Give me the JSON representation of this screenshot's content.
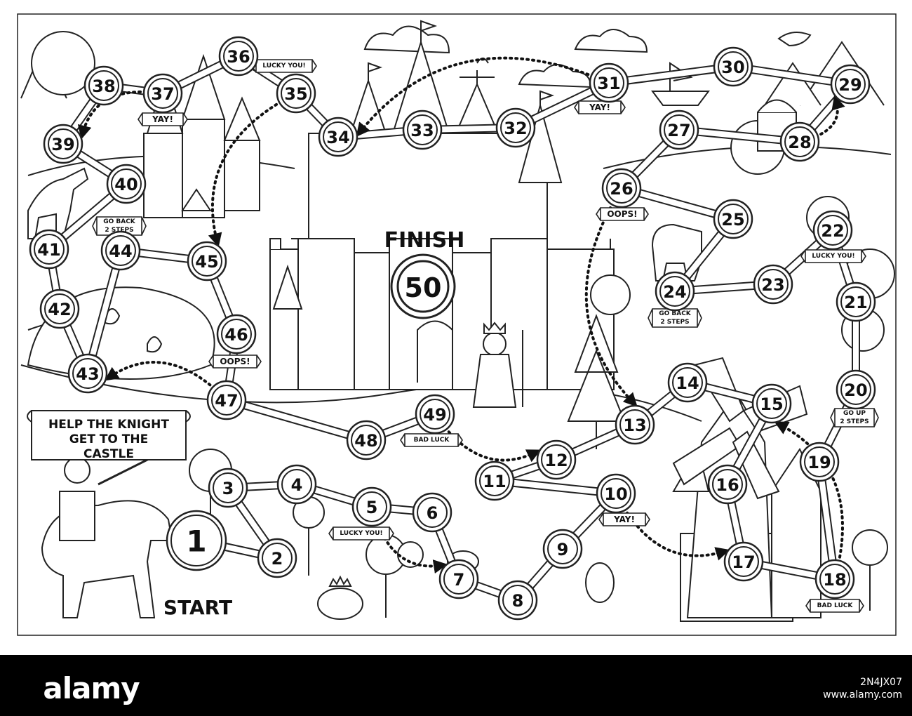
{
  "game": {
    "title_lines": [
      "HELP THE KNIGHT",
      "GET TO THE",
      "CASTLE"
    ],
    "start_label": "START",
    "finish_label": "FINISH",
    "finish_number": "50",
    "squares": [
      "1",
      "2",
      "3",
      "4",
      "5",
      "6",
      "7",
      "8",
      "9",
      "10",
      "11",
      "12",
      "13",
      "14",
      "15",
      "16",
      "17",
      "18",
      "19",
      "20",
      "21",
      "22",
      "23",
      "24",
      "25",
      "26",
      "27",
      "28",
      "29",
      "30",
      "31",
      "32",
      "33",
      "34",
      "35",
      "36",
      "37",
      "38",
      "39",
      "40",
      "41",
      "42",
      "43",
      "44",
      "45",
      "46",
      "47",
      "48",
      "49"
    ],
    "banners": [
      {
        "square": "37",
        "text": [
          "YAY!"
        ]
      },
      {
        "square": "35",
        "text": [
          "LUCKY YOU!"
        ]
      },
      {
        "square": "31",
        "text": [
          "YAY!"
        ]
      },
      {
        "square": "26",
        "text": [
          "OOPS!"
        ]
      },
      {
        "square": "22",
        "text": [
          "LUCKY YOU!"
        ]
      },
      {
        "square": "44",
        "text": [
          "GO BACK",
          "2 STEPS"
        ]
      },
      {
        "square": "24",
        "text": [
          "GO BACK",
          "2 STEPS"
        ]
      },
      {
        "square": "46",
        "text": [
          "OOPS!"
        ]
      },
      {
        "square": "20",
        "text": [
          "GO UP",
          "2 STEPS"
        ]
      },
      {
        "square": "49",
        "text": [
          "BAD LUCK"
        ]
      },
      {
        "square": "5",
        "text": [
          "LUCKY YOU!"
        ]
      },
      {
        "square": "10",
        "text": [
          "YAY!"
        ]
      },
      {
        "square": "18",
        "text": [
          "BAD LUCK"
        ]
      }
    ],
    "jumps": [
      {
        "from": "37",
        "to": "39"
      },
      {
        "from": "35",
        "to": "45"
      },
      {
        "from": "31",
        "to": "34"
      },
      {
        "from": "28",
        "to": "29"
      },
      {
        "from": "26",
        "to": "13"
      },
      {
        "from": "47",
        "to": "43"
      },
      {
        "from": "49",
        "to": "12"
      },
      {
        "from": "5",
        "to": "7"
      },
      {
        "from": "10",
        "to": "17"
      },
      {
        "from": "18",
        "to": "15"
      }
    ]
  },
  "footer": {
    "logo": "alamy",
    "image_id": "2N4JX07",
    "site": "www.alamy.com"
  }
}
